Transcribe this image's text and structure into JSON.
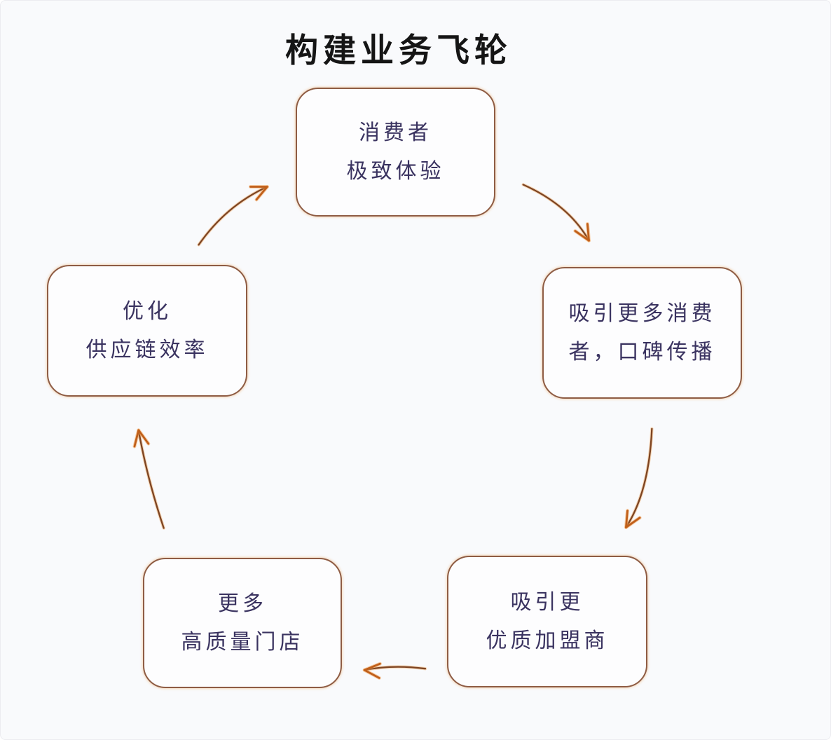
{
  "title": "构建业务飞轮",
  "diagram": {
    "nodes": [
      {
        "id": "consumer-experience",
        "line1": "消费者",
        "line2": "极致体验"
      },
      {
        "id": "word-of-mouth",
        "line1": "吸引更多消费",
        "line2": "者，口碑传播"
      },
      {
        "id": "quality-franchisees",
        "line1": "吸引更",
        "line2": "优质加盟商"
      },
      {
        "id": "quality-stores",
        "line1": "更多",
        "line2": "高质量门店"
      },
      {
        "id": "supply-chain",
        "line1": "优化",
        "line2": "供应链效率"
      }
    ],
    "connections": [
      {
        "from": "consumer-experience",
        "to": "word-of-mouth"
      },
      {
        "from": "word-of-mouth",
        "to": "quality-franchisees"
      },
      {
        "from": "quality-franchisees",
        "to": "quality-stores"
      },
      {
        "from": "quality-stores",
        "to": "supply-chain"
      },
      {
        "from": "supply-chain",
        "to": "consumer-experience"
      }
    ]
  },
  "colors": {
    "background": "#f9fafc",
    "box_border": "#8e5c44",
    "box_glow": "#f0c8a0",
    "node_text": "#3a3360",
    "title_text": "#151515",
    "arrow_line": "#7d4422",
    "arrow_head": "#c05f1a"
  }
}
